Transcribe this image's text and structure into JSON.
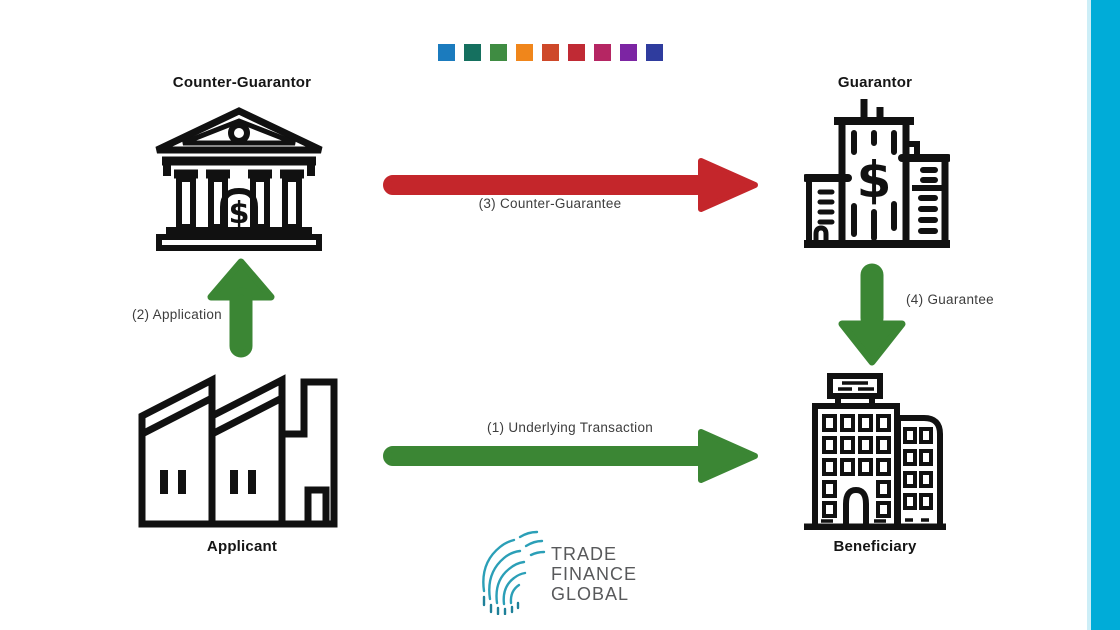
{
  "dollar_sign": "$",
  "accent_bar": {
    "color": "#00acd8"
  },
  "palette_squares": [
    {
      "name": "blue",
      "color": "#1b7bbe"
    },
    {
      "name": "teal",
      "color": "#15705f"
    },
    {
      "name": "green",
      "color": "#3f8c42"
    },
    {
      "name": "orange",
      "color": "#f0861b"
    },
    {
      "name": "red-orange",
      "color": "#ce4829"
    },
    {
      "name": "crimson",
      "color": "#c02a34"
    },
    {
      "name": "magenta",
      "color": "#b52663"
    },
    {
      "name": "purple",
      "color": "#7c25a3"
    },
    {
      "name": "indigo",
      "color": "#2f3c9e"
    }
  ],
  "nodes": {
    "counter_guarantor": {
      "label": "Counter-Guarantor",
      "icon": "bank-columns-icon"
    },
    "guarantor": {
      "label": "Guarantor",
      "icon": "bank-tower-dollar-icon"
    },
    "applicant": {
      "label": "Applicant",
      "icon": "factory-icon"
    },
    "beneficiary": {
      "label": "Beneficiary",
      "icon": "office-building-icon"
    }
  },
  "flows": {
    "underlying_transaction": {
      "label": "(1) Underlying Transaction",
      "color": "#3b8634",
      "from": "Applicant",
      "to": "Beneficiary",
      "direction": "right"
    },
    "application": {
      "label": "(2) Application",
      "color": "#3b8634",
      "from": "Applicant",
      "to": "Counter-Guarantor",
      "direction": "up"
    },
    "counter_guarantee": {
      "label": "(3) Counter-Guarantee",
      "color": "#c4262b",
      "from": "Counter-Guarantor",
      "to": "Guarantor",
      "direction": "right"
    },
    "guarantee": {
      "label": "(4) Guarantee",
      "color": "#3b8634",
      "from": "Guarantor",
      "to": "Beneficiary",
      "direction": "down"
    }
  },
  "logo": {
    "lines": [
      "TRADE",
      "FINANCE",
      "GLOBAL"
    ],
    "text_color": "#58595b",
    "mark_colors": [
      "#2b9fb7",
      "#1e8099"
    ]
  }
}
